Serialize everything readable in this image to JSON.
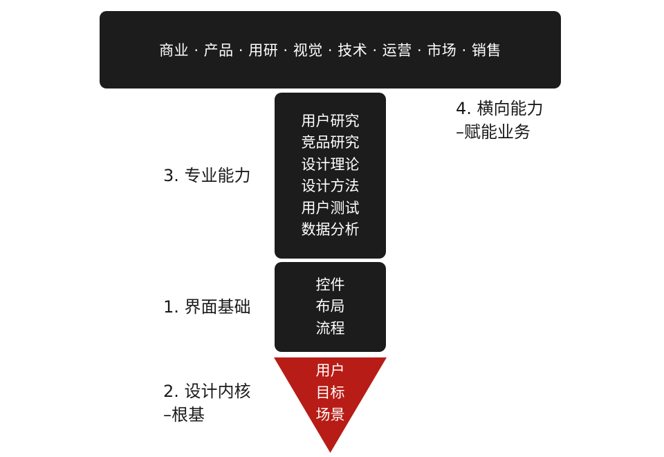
{
  "top_bar": {
    "text": "商业 · 产品 · 用研 · 视觉 · 技术 · 运营 · 市场 · 销售"
  },
  "professional": {
    "label": "3. 专业能力",
    "items": [
      "用户研究",
      "竞品研究",
      "设计理论",
      "设计方法",
      "用户测试",
      "数据分析"
    ]
  },
  "foundation": {
    "label": "1. 界面基础",
    "items": [
      "控件",
      "布局",
      "流程"
    ]
  },
  "core": {
    "label_line1": "2. 设计内核",
    "label_line2": "–根基",
    "items": [
      "用户",
      "目标",
      "场景"
    ],
    "color": "#b81c16"
  },
  "horizontal": {
    "label_line1": "4. 横向能力",
    "label_line2": "–赋能业务"
  }
}
